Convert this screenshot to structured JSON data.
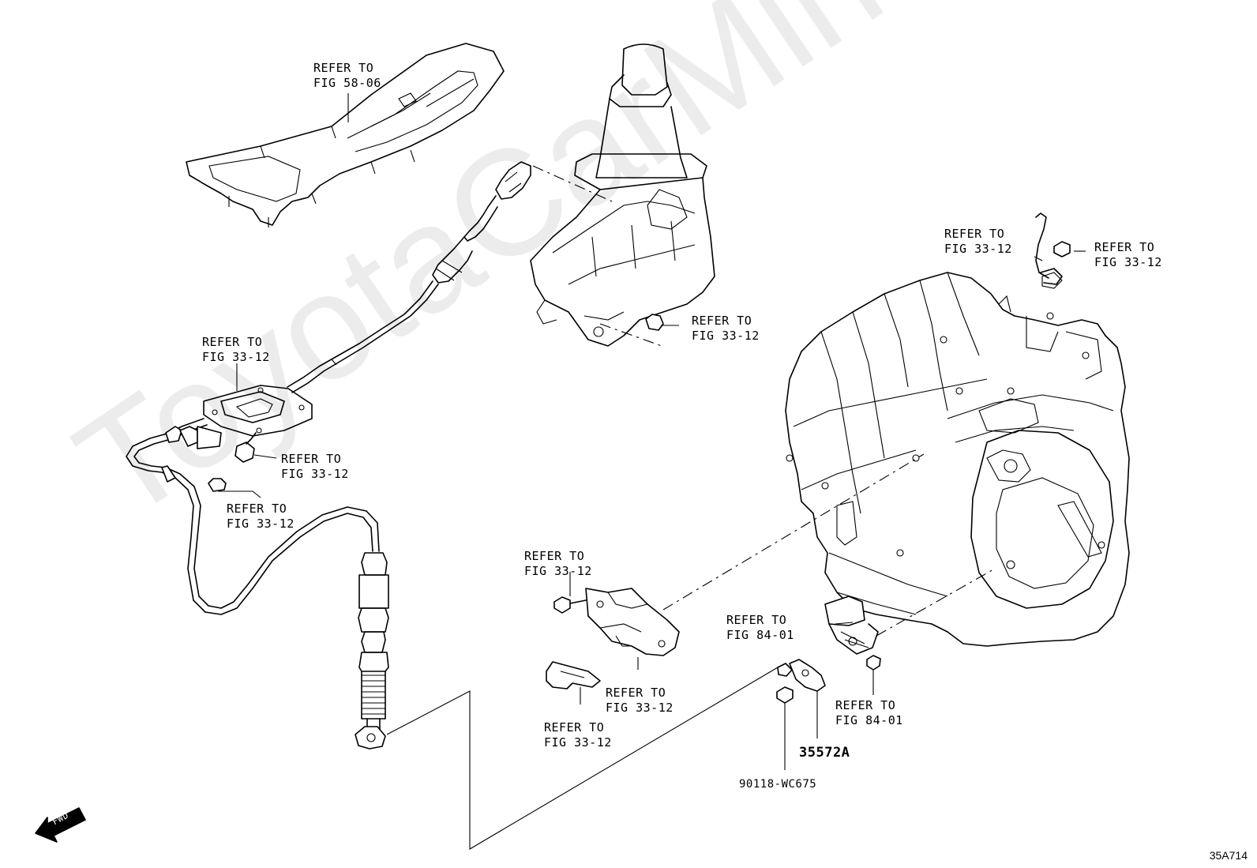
{
  "callouts": {
    "console": "REFER TO\nFIG 58-06",
    "lever_cable_bracket": "REFER TO\nFIG 33-12",
    "lever_nut": "REFER TO\nFIG 33-12",
    "cable_bolt": "REFER TO\nFIG 33-12",
    "cable_nut": "REFER TO\nFIG 33-12",
    "bracket_bolt": "REFER TO\nFIG 33-12",
    "bracket": "REFER TO\nFIG 33-12",
    "clip": "REFER TO\nFIG 33-12",
    "trans_clip": "REFER TO\nFIG 33-12",
    "trans_bolt": "REFER TO\nFIG 33-12",
    "switch": "REFER TO\nFIG 84-01",
    "switch_bolt": "REFER TO\nFIG 84-01"
  },
  "parts": {
    "lever_shift": "35572A",
    "nut": "90118-WC675"
  },
  "direction_label": "FWD",
  "figure_code": "35A714",
  "watermark": "ToyotaCarMine.ru"
}
